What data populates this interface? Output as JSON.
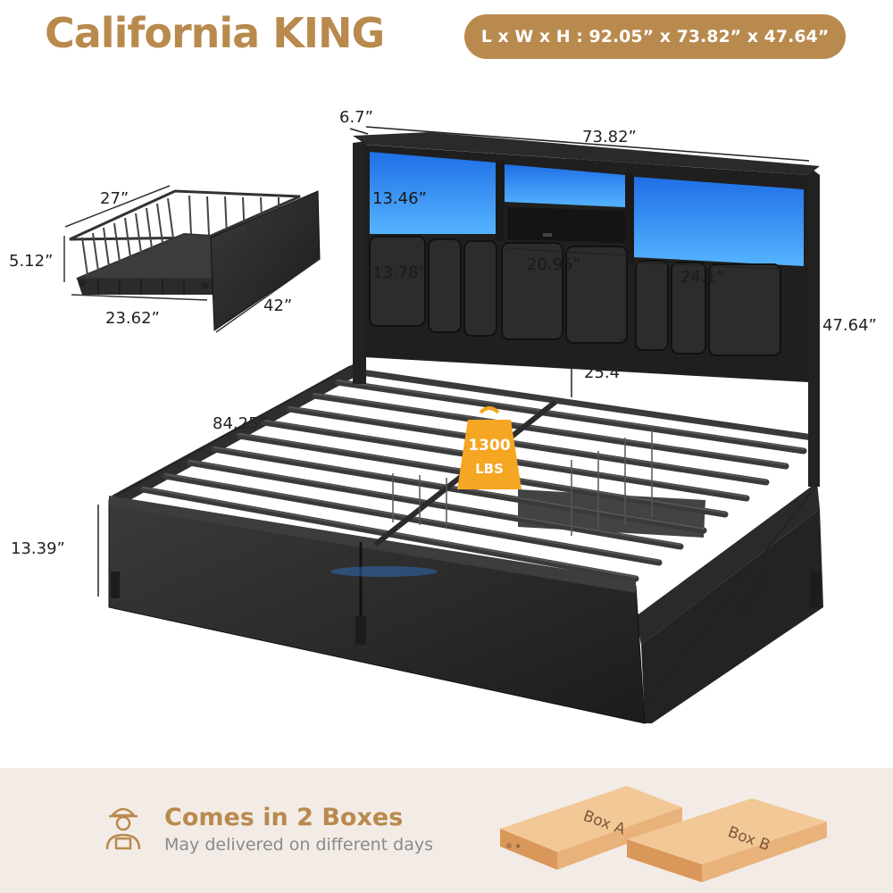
{
  "header": {
    "title": "California KING",
    "dimensions": "L x W x H : 92.05” x 73.82” x 47.64”"
  },
  "drawer": {
    "depth": "27”",
    "height": "5.12”",
    "width": "23.62”",
    "length": "42”"
  },
  "headboard": {
    "depth": "6.7”",
    "width": "73.82”",
    "shelf_height": "13.46”",
    "panel_height": "13.78”",
    "center_width": "20.95”",
    "side_width": "24.1”",
    "total_height": "47.64”",
    "clearance": "25.4”"
  },
  "frame": {
    "slat_span": "84.25”",
    "side_height": "13.39”",
    "length": "92.05”"
  },
  "weight_badge": {
    "value": "1300",
    "unit": "LBS",
    "color": "#f5a623"
  },
  "shipping": {
    "title": "Comes in 2 Boxes",
    "subtitle": "May delivered on different days",
    "box_a": "Box A",
    "box_b": "Box B",
    "box_stamp": "® ★"
  },
  "colors": {
    "accent": "#b98a4e",
    "led_blue": "#2f8fff",
    "frame_black": "#2a2a2a",
    "band": "#f3ece6",
    "cardboard": "#e8b27a"
  },
  "icons": {
    "courier": "delivery-person-icon",
    "weight": "weight-icon"
  }
}
